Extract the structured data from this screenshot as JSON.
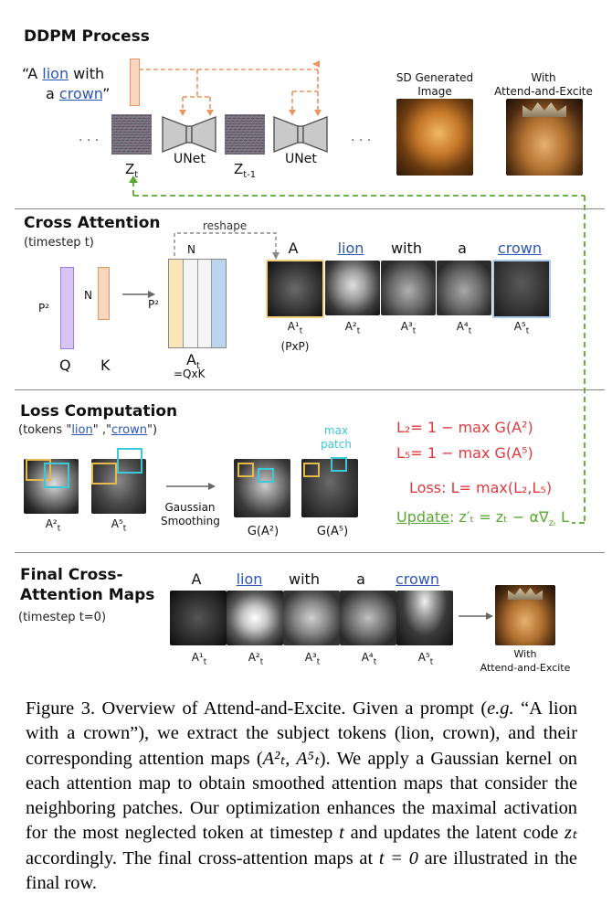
{
  "sections": {
    "ddpm": "DDPM Process",
    "cross": "Cross Attention",
    "cross_sub": "(timestep t)",
    "loss": "Loss Computation",
    "loss_sub_prefix": "(tokens \"",
    "loss_sub_lion": "lion",
    "loss_sub_mid": "\" ,\"",
    "loss_sub_crown": "crown",
    "loss_sub_suffix": "\")",
    "final_line1": "Final Cross-",
    "final_line2": "Attention Maps",
    "final_sub": "(timestep t=0)"
  },
  "ddpm": {
    "prompt_open": "“A ",
    "prompt_lion": "lion",
    "prompt_with": " with",
    "prompt_a": "a ",
    "prompt_crown": "crown",
    "prompt_close": "”",
    "dots_left": ". . .",
    "dots_right": ". . .",
    "z_t": "Z",
    "z_t_sub": "t",
    "z_t1": "Z",
    "z_t1_sub": "t-1",
    "unet1": "UNet",
    "unet2": "UNet",
    "sd_label_1": "SD Generated",
    "sd_label_2": "Image",
    "ae_label_1": "With",
    "ae_label_2": "Attend-and-Excite"
  },
  "cross": {
    "p2_left": "P²",
    "n_left": "N",
    "q_label": "Q",
    "k_label": "K",
    "n_top": "N",
    "p2_right": "P²",
    "reshape": "reshape",
    "at_label": "A",
    "at_sub": "t",
    "at_eq": "=QxK",
    "tokens": [
      "A",
      "lion",
      "with",
      "a",
      "crown"
    ],
    "map_labels": [
      "A¹",
      "A²",
      "A³",
      "A⁴",
      "A⁵"
    ],
    "map_sub": "t",
    "pxp": "(PxP)"
  },
  "loss": {
    "map_labels": [
      "A²",
      "A⁵"
    ],
    "map_sub": "t",
    "gauss_1": "Gaussian",
    "gauss_2": "Smoothing",
    "g_labels": [
      "G(A²)",
      "G(A⁵)"
    ],
    "max_patch_1": "max",
    "max_patch_2": "patch",
    "l2": "L₂= 1 − max G(A²)",
    "l5": "L₅= 1 − max G(A⁵)",
    "loss_eq": "Loss: L= max(L₂,L₅)",
    "update_word": "Update",
    "update_eq": ": z′ₜ = zₜ − α∇",
    "update_sub": "zₜ",
    "update_tail": " L",
    "colors": {
      "red": "#e0393e",
      "green": "#5aa832",
      "cyan": "#3cc8d6",
      "yellow": "#e8b84a",
      "blue": "#2c56b8"
    }
  },
  "final": {
    "tokens": [
      "A",
      "lion",
      "with",
      "a",
      "crown"
    ],
    "map_labels": [
      "A¹",
      "A²",
      "A³",
      "A⁴",
      "A⁵"
    ],
    "map_sub": "t",
    "with_1": "With",
    "with_2": "Attend-and-Excite"
  },
  "caption": {
    "figure": "Figure 3.",
    "text_1": " Overview of Attend-and-Excite. Given a prompt (",
    "eg": "e.g.",
    "text_2": " “A lion with a crown”), we extract the subject tokens (lion, crown), and their corresponding attention maps (",
    "math_1": "A²ₜ, A⁵ₜ",
    "text_3": "). We apply a Gaussian kernel on each attention map to obtain smoothed attention maps that consider the neighboring patches. Our optimization enhances the maximal activation for the most neglected token at timestep ",
    "t1": "t",
    "text_4": " and updates the latent code ",
    "zt": "zₜ",
    "text_5": " accordingly. The final cross-attention maps at ",
    "t0": "t = 0",
    "text_6": " are illustrated in the final row."
  }
}
